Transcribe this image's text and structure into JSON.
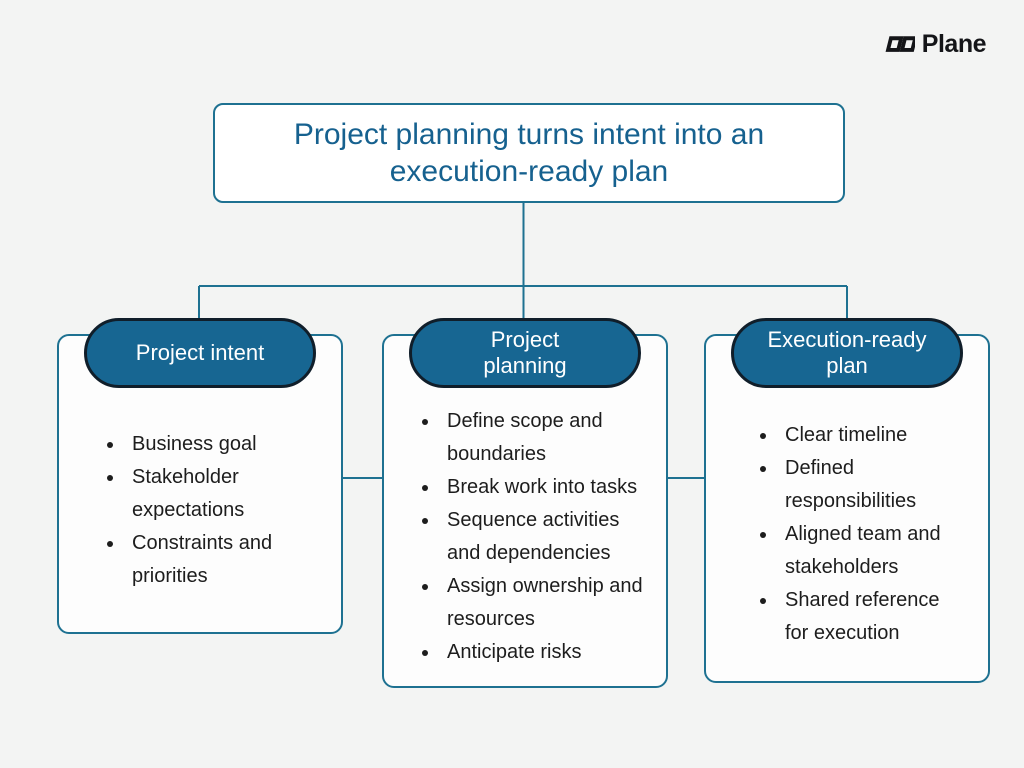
{
  "brand": {
    "name": "Plane"
  },
  "title": {
    "text": "Project planning turns intent into an execution-ready plan"
  },
  "colors": {
    "background": "#f3f4f3",
    "accent_teal": "#1e7191",
    "pill_fill": "#176692",
    "pill_border": "#101e2a",
    "title_text": "#16618f",
    "body_text": "#1d1d1d",
    "logo_color": "#141518"
  },
  "columns": [
    {
      "header": "Project intent",
      "items": [
        "Business goal",
        "Stakeholder expectations",
        "Constraints and priorities"
      ]
    },
    {
      "header": "Project planning",
      "items": [
        "Define scope and boundaries",
        "Break work into tasks",
        "Sequence activities and dependencies",
        "Assign ownership and resources",
        "Anticipate risks"
      ]
    },
    {
      "header": "Execution-ready plan",
      "items": [
        "Clear timeline",
        "Defined responsibilities",
        "Aligned team and stakeholders",
        "Shared reference for execution"
      ]
    }
  ]
}
